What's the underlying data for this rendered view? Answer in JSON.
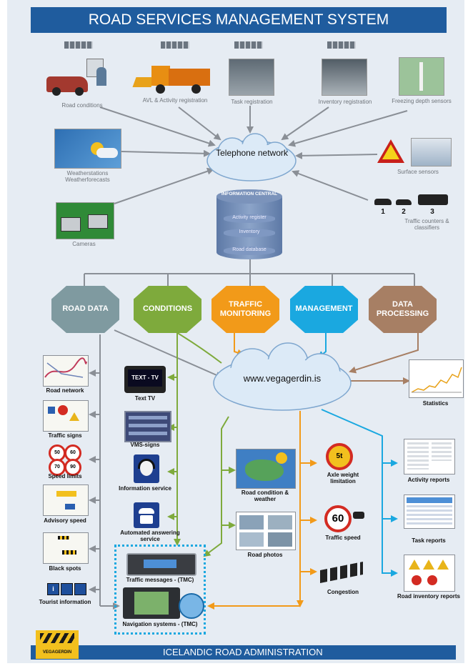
{
  "title": "ROAD SERVICES MANAGEMENT SYSTEM",
  "footer": {
    "text": "ICELANDIC ROAD ADMINISTRATION",
    "logo_text": "VEGAGERDIN"
  },
  "inputs": {
    "road_conditions": "Road conditions",
    "avl": "AVL & Activity registration",
    "task_registration": "Task registration",
    "inventory_registration": "Inventory registration",
    "freezing_depth": "Freezing depth sensors",
    "weatherstations": "Weatherstations Weatherforecasts",
    "surface_sensors": "Surface sensors",
    "cameras": "Cameras",
    "traffic_counters": "Traffic counters & classifiers",
    "counter_numbers": [
      "1",
      "2",
      "3"
    ]
  },
  "hub": {
    "telephone_network": "Telephone network",
    "information_central": "INFORMATION CENTRAL",
    "layers": [
      "Activity register",
      "Inventory",
      "Road database"
    ]
  },
  "categories": [
    {
      "label": "ROAD DATA",
      "color": "#7f9aa0"
    },
    {
      "label": "CONDITIONS",
      "color": "#7eaa3c"
    },
    {
      "label": "TRAFFIC MONITORING",
      "color": "#f29a19"
    },
    {
      "label": "MANAGEMENT",
      "color": "#1aa8e0"
    },
    {
      "label": "DATA PROCESSING",
      "color": "#a77f64"
    }
  ],
  "website": "www.vegagerdin.is",
  "road_data_outputs": [
    "Road network",
    "Traffic signs",
    "Speed limits",
    "Advisory speed",
    "Black spots",
    "Tourist information"
  ],
  "speed_limit_values": [
    "50",
    "60",
    "70",
    "90"
  ],
  "conditions_outputs": [
    "Text TV",
    "VMS-signs",
    "Information service",
    "Automated answering service"
  ],
  "text_tv_label": "TEXT - TV",
  "tmc_outputs": [
    "Traffic messages - (TMC)",
    "Navigation systems - (TMC)"
  ],
  "web_outputs": [
    "Road condition & weather",
    "Road photos"
  ],
  "traffic_outputs": [
    "Axle weight limitation",
    "Traffic speed",
    "Congestion"
  ],
  "axle_sign": "5t",
  "speed_sign": "60",
  "management_outputs": [
    "Activity reports",
    "Task reports",
    "Road inventory reports"
  ],
  "statistics": "Statistics"
}
